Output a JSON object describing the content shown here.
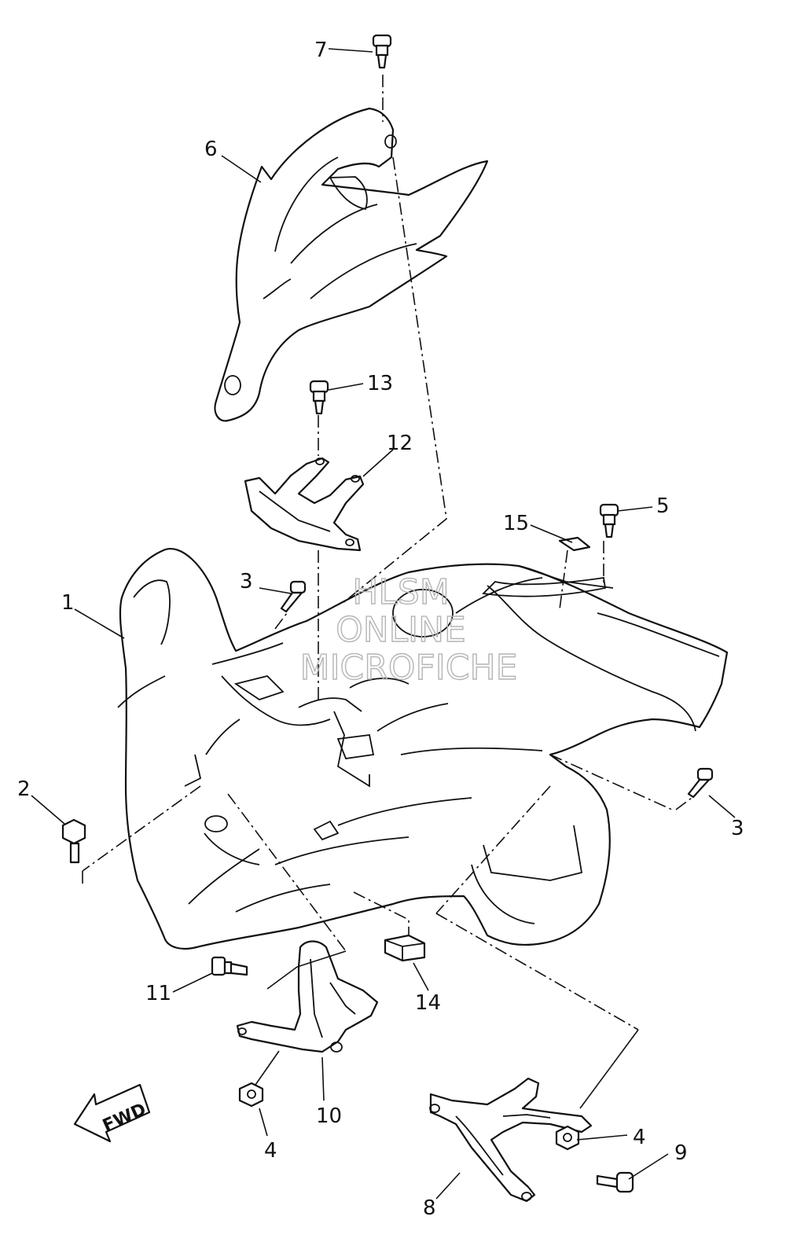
{
  "watermark": {
    "line1": "HLSM",
    "line2": "ONLINE",
    "line3": "MICROFICHE"
  },
  "fwd_label": "FWD",
  "callouts": {
    "c1": "1",
    "c2": "2",
    "c3a": "3",
    "c3b": "3",
    "c4a": "4",
    "c4b": "4",
    "c5": "5",
    "c6": "6",
    "c7": "7",
    "c8": "8",
    "c9": "9",
    "c10": "10",
    "c11": "11",
    "c12": "12",
    "c13": "13",
    "c14": "14",
    "c15": "15"
  }
}
